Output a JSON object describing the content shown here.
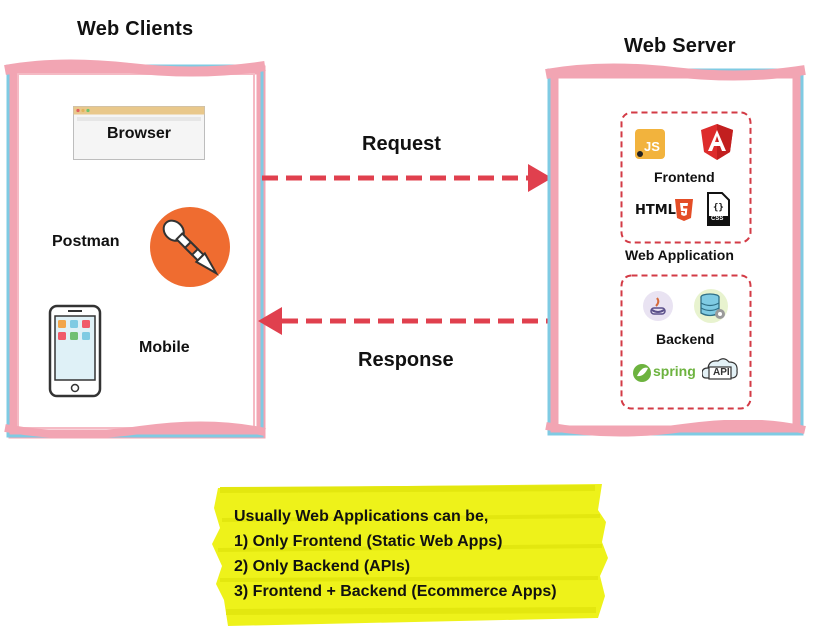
{
  "clients": {
    "title": "Web Clients",
    "browser_label": "Browser",
    "postman_label": "Postman",
    "mobile_label": "Mobile"
  },
  "server": {
    "title": "Web Server",
    "frontend_label": "Frontend",
    "web_app_label": "Web Application",
    "backend_label": "Backend",
    "js_label": "JS",
    "html5_label": "HTML",
    "css_label": "CSS",
    "spring_label": "spring",
    "api_label": "API"
  },
  "arrows": {
    "request_label": "Request",
    "response_label": "Response"
  },
  "note": {
    "lines": [
      "Usually Web Applications can be,",
      "1) Only Frontend (Static Web Apps)",
      "2) Only Backend (APIs)",
      "3) Frontend + Backend (Ecommerce Apps)"
    ]
  },
  "colors": {
    "frame_pink": "#f2a5b3",
    "frame_blue": "#7fcbe3",
    "arrow_red": "#e0404e",
    "highlight_yellow": "#eef21a",
    "postman_orange": "#ef6c30"
  }
}
